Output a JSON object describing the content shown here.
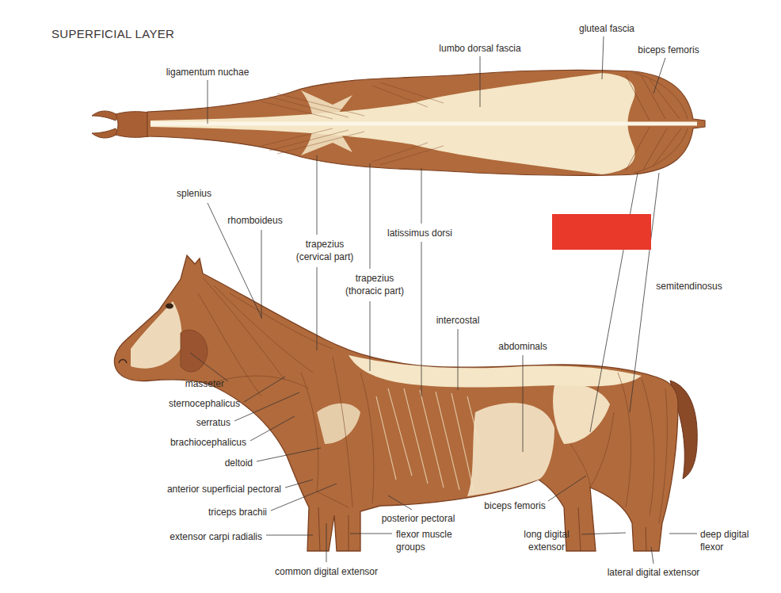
{
  "diagram": {
    "title": "SUPERFICIAL LAYER",
    "labels": [
      "ligamentum nuchae",
      "lumbo dorsal fascia",
      "gluteal fascia",
      "biceps femoris",
      "splenius",
      "rhomboideus",
      "trapezius (cervical part)",
      "trapezius (thoracic part)",
      "latissimus dorsi",
      "semitendinosus",
      "intercostal",
      "abdominals",
      "masseter",
      "sternocephalicus",
      "serratus",
      "brachiocephalicus",
      "deltoid",
      "anterior superficial pectoral",
      "triceps brachii",
      "extensor carpi radialis",
      "common digital extensor",
      "posterior pectoral",
      "flexor muscle groups",
      "biceps femoris",
      "long digital extensor",
      "lateral digital extensor",
      "deep digital flexor"
    ]
  }
}
